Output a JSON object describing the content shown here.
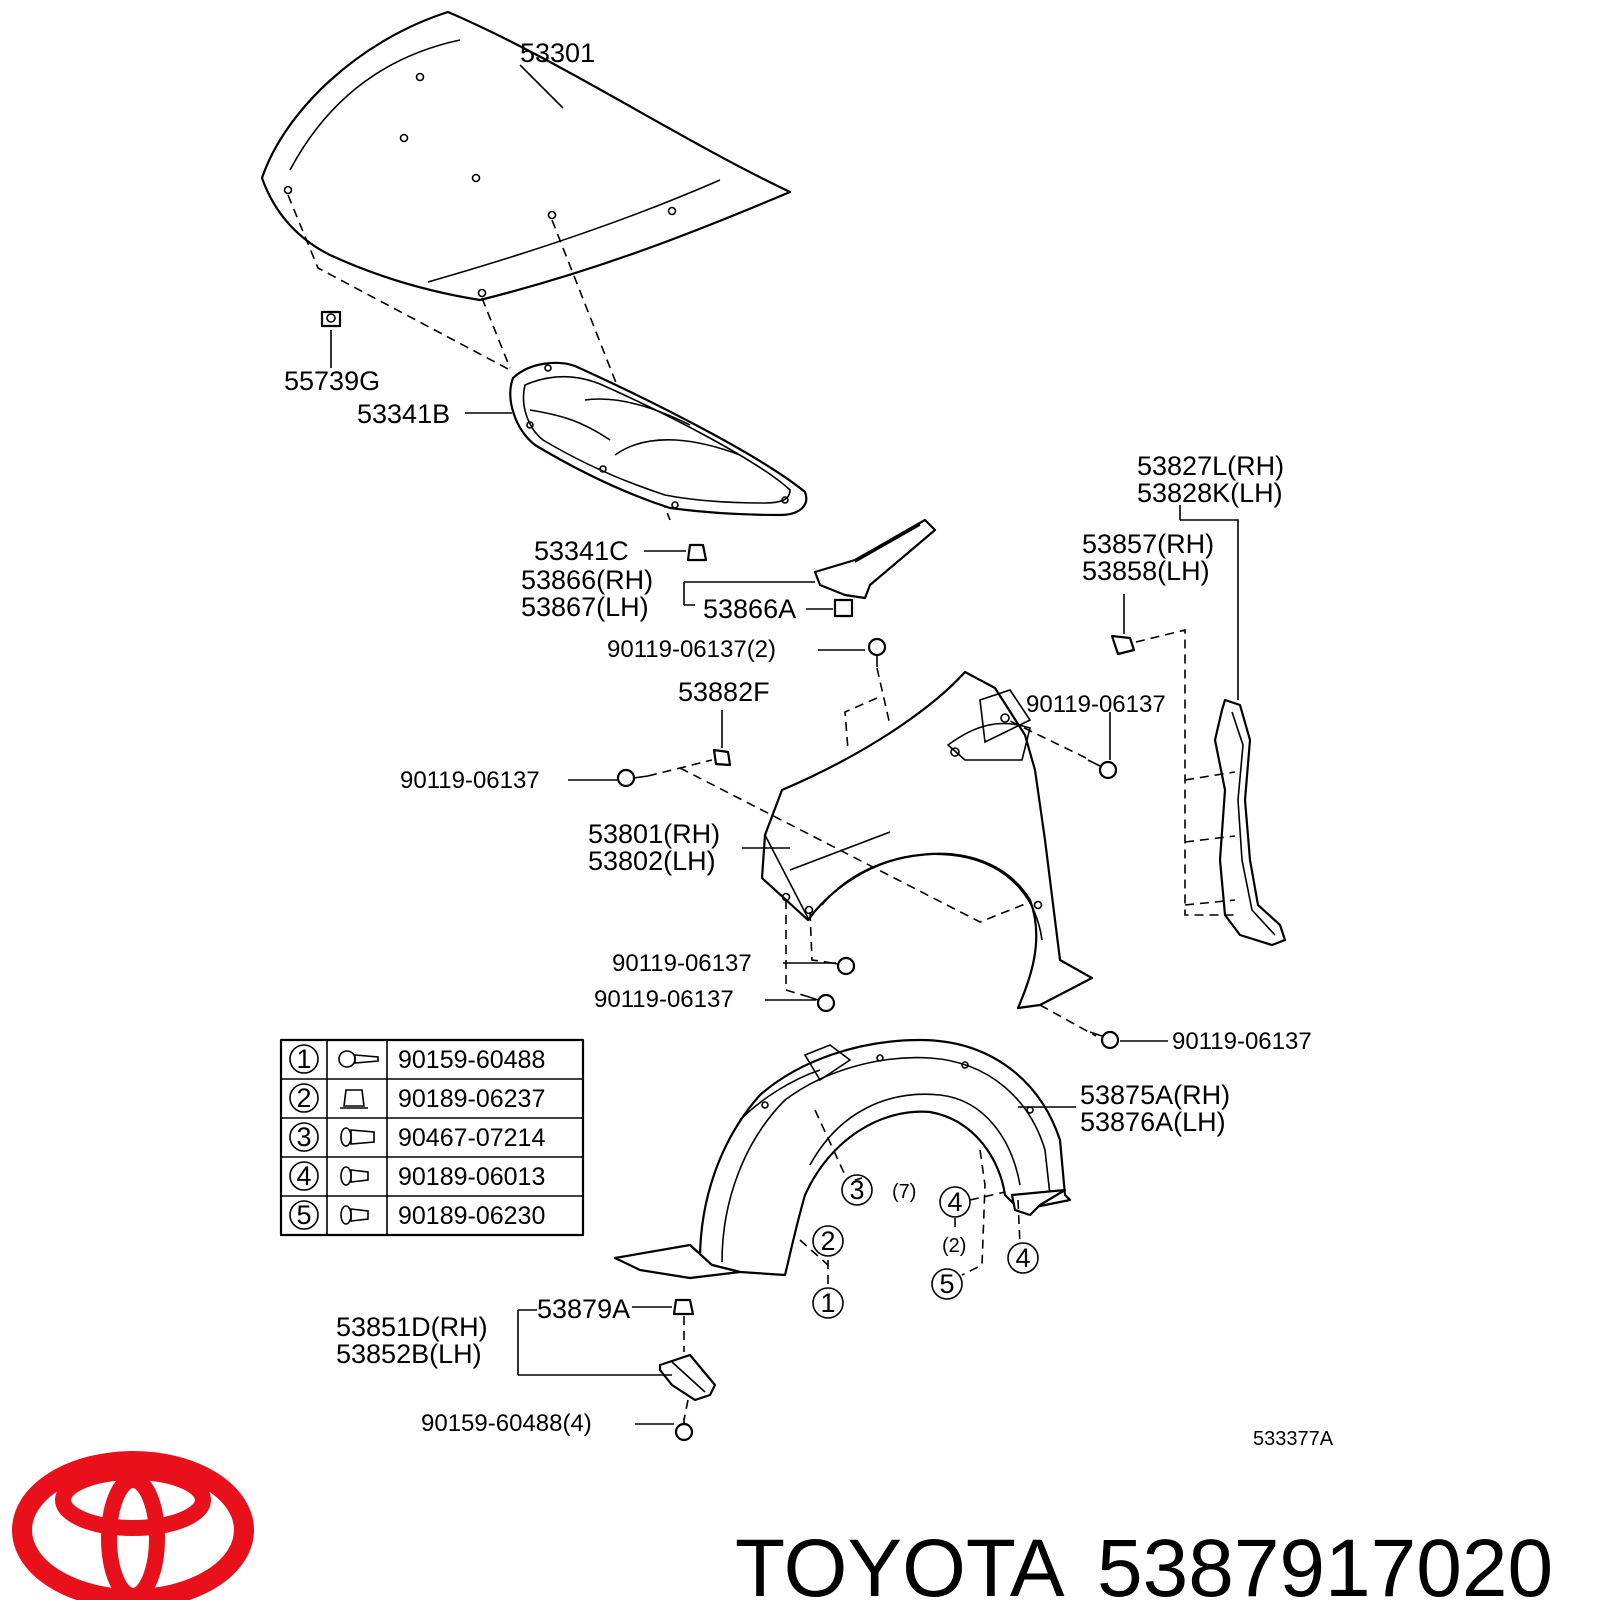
{
  "labels": {
    "hood": "53301",
    "hood_clip": "55739G",
    "insulator": "53341B",
    "insulator_clip": "53341C",
    "seal_rh": "53866(RH)",
    "seal_lh": "53867(LH)",
    "seal_clip": "53866A",
    "bolt_a": "90119-06137(2)",
    "bracket": "53882F",
    "bolt_b": "90119-06137",
    "bolt_c": "90119-06137",
    "fender_rh": "53801(RH)",
    "fender_lh": "53802(LH)",
    "bolt_d": "90119-06137",
    "bolt_e": "90119-06137",
    "bolt_f": "90119-06137",
    "protector_rh": "53827L(RH)",
    "protector_lh": "53828K(LH)",
    "pad_rh": "53857(RH)",
    "pad_lh": "53858(LH)",
    "liner_rh": "53875A(RH)",
    "liner_lh": "53876A(LH)",
    "splash_rh": "53851D(RH)",
    "splash_lh": "53852B(LH)",
    "splash_clip": "53879A",
    "screw": "90159-60488(4)",
    "callout_3_qty": "(7)",
    "callout_4_qty": "(2)",
    "drawing_ref": "533377A"
  },
  "callouts": [
    "1",
    "2",
    "3",
    "4",
    "4",
    "5"
  ],
  "fastener_table": [
    {
      "num": "1",
      "icon": "screw-icon",
      "part": "90159-60488"
    },
    {
      "num": "2",
      "icon": "nut-clip-icon",
      "part": "90189-06237"
    },
    {
      "num": "3",
      "icon": "push-rivet-icon",
      "part": "90467-07214"
    },
    {
      "num": "4",
      "icon": "clip-icon",
      "part": "90189-06013"
    },
    {
      "num": "5",
      "icon": "clip-icon",
      "part": "90189-06230"
    }
  ],
  "footer": {
    "brand": "TOYOTA",
    "part_number": "5387917020",
    "logo_color": "#e8101a"
  }
}
